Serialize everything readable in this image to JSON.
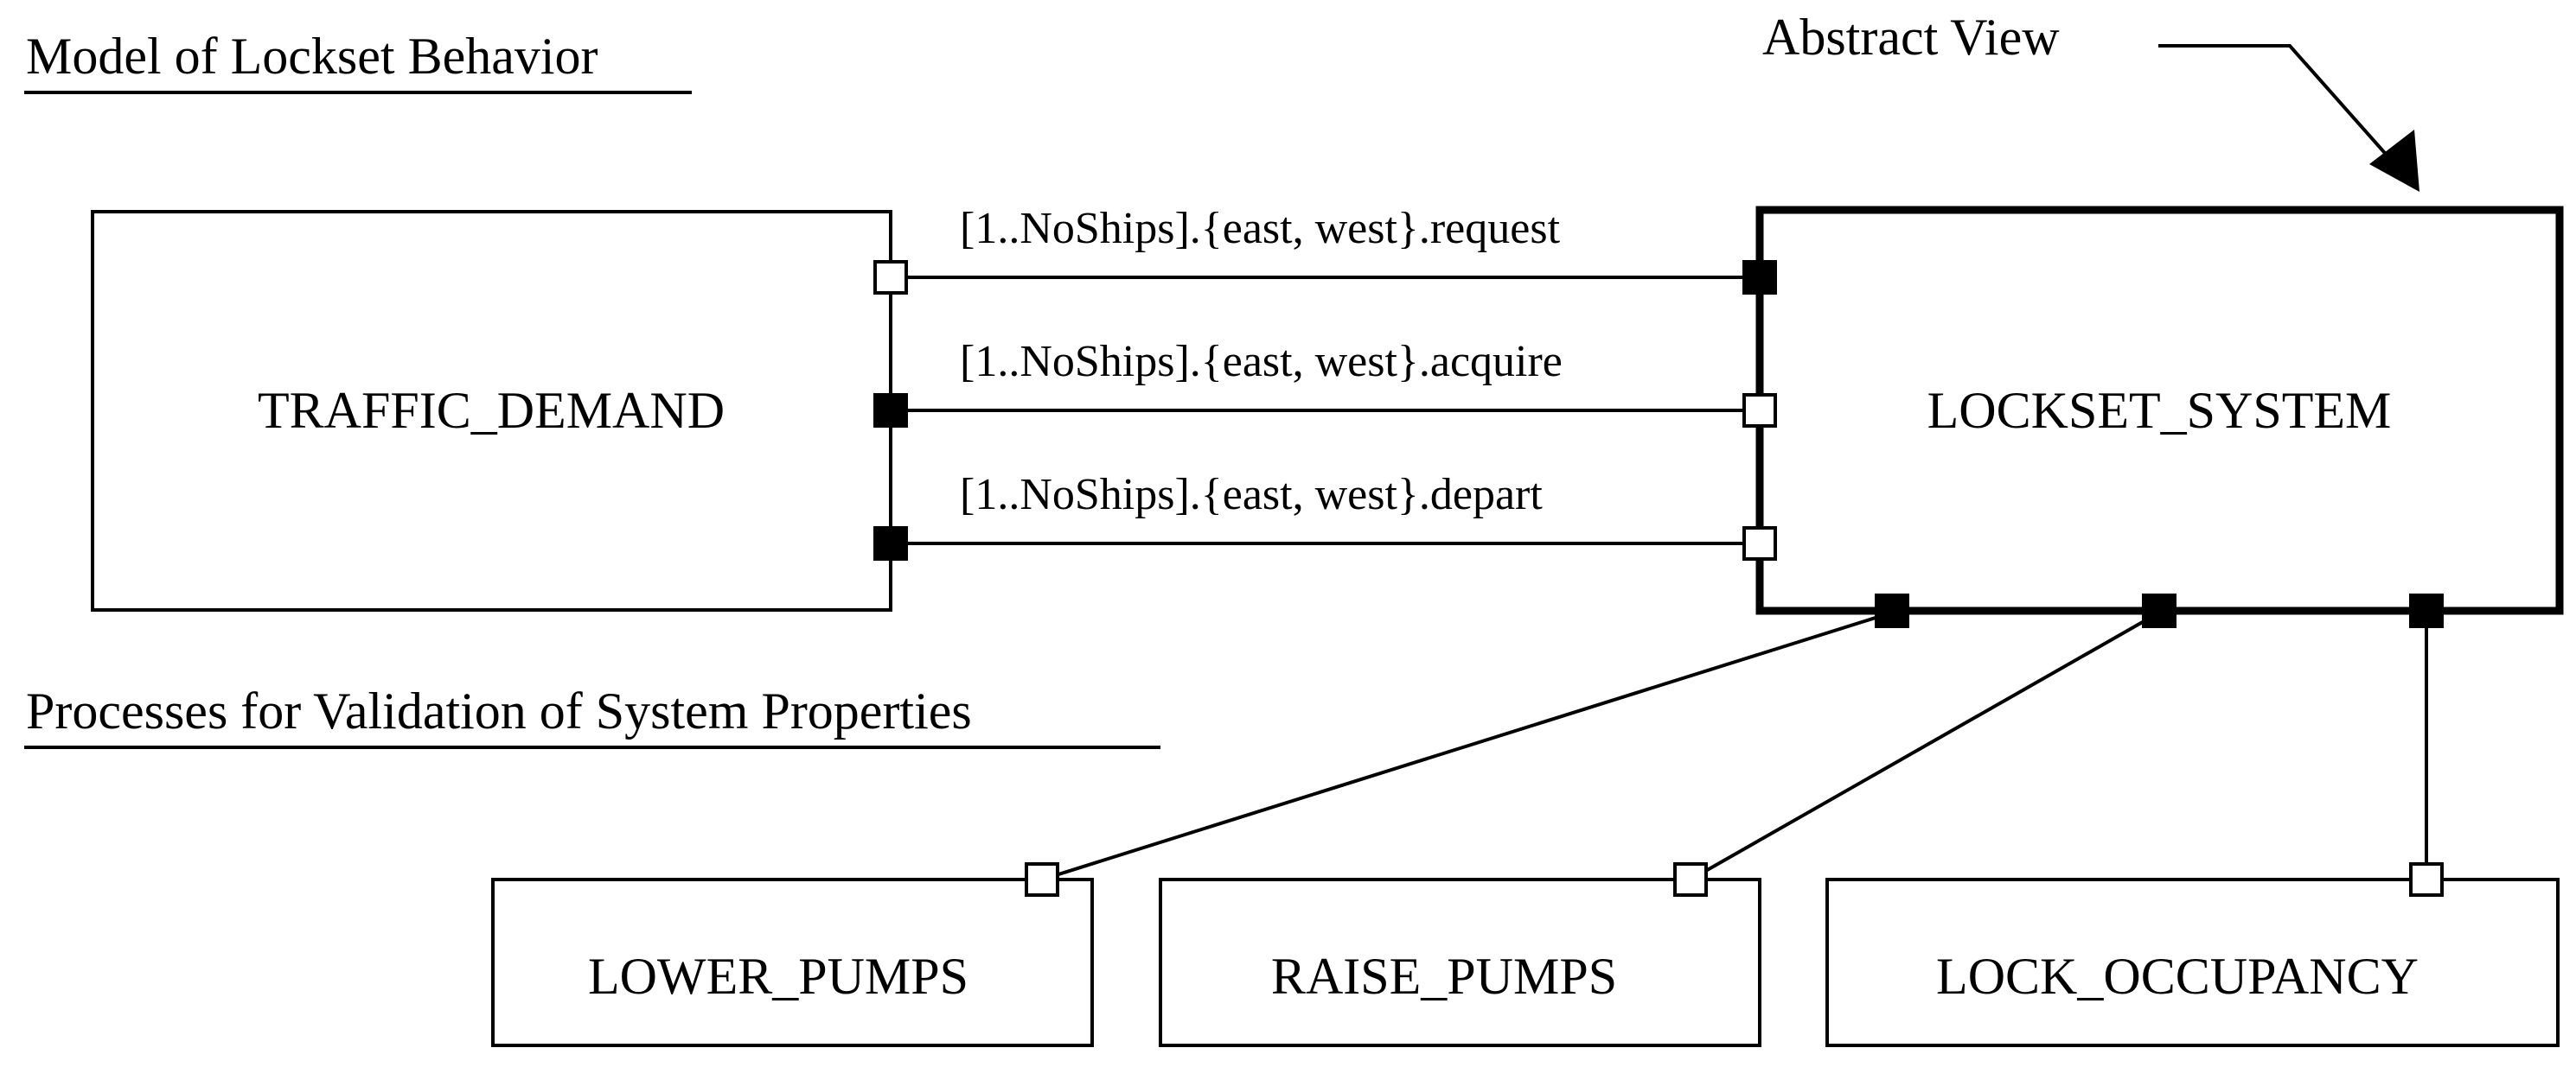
{
  "headings": {
    "model": "Model of Lockset Behavior",
    "validation": "Processes for Validation of System Properties",
    "abstract_view": "Abstract View"
  },
  "processes": {
    "traffic_demand": "TRAFFIC_DEMAND",
    "lockset_system": "LOCKSET_SYSTEM",
    "lower_pumps": "LOWER_PUMPS",
    "raise_pumps": "RAISE_PUMPS",
    "lock_occupancy": "LOCK_OCCUPANCY"
  },
  "channels": {
    "request": "[1..NoShips].{east, west}.request",
    "acquire": "[1..NoShips].{east, west}.acquire",
    "depart": "[1..NoShips].{east, west}.depart"
  },
  "colors": {
    "stroke": "#000000",
    "port_filled": "#000000",
    "port_open": "#ffffff",
    "background": "#ffffff"
  }
}
